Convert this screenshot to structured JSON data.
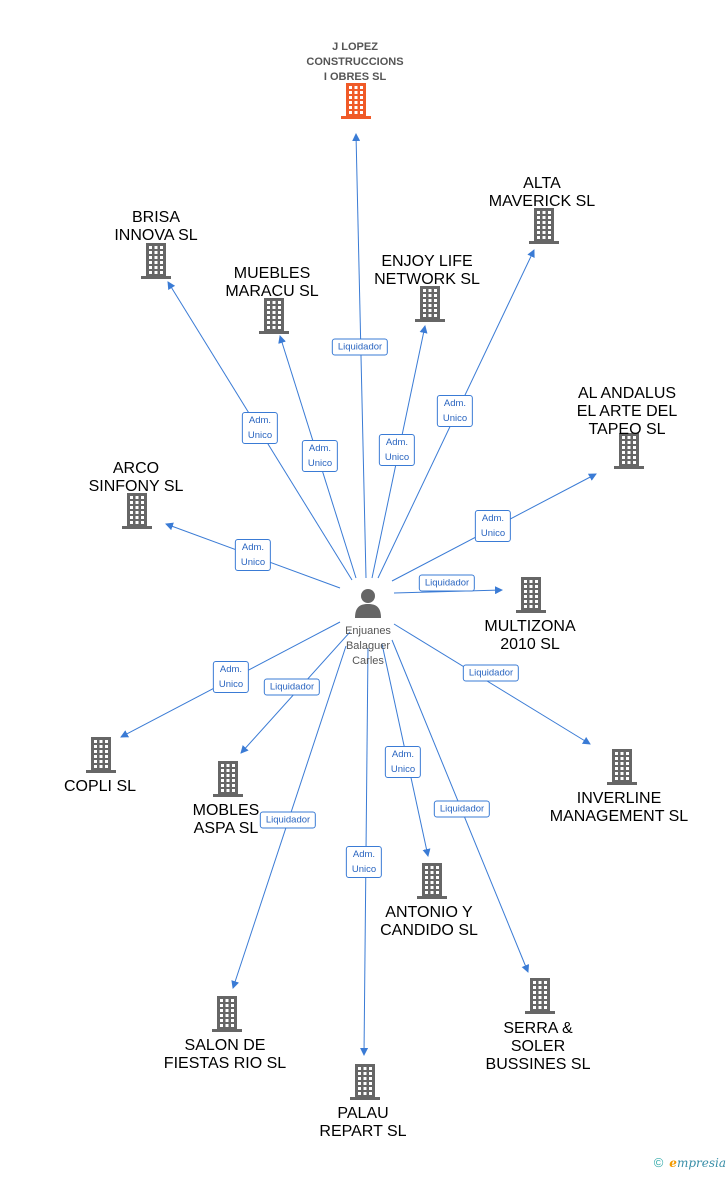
{
  "center": {
    "name": "Enjuanes\nBalaguer\nCarles"
  },
  "companies": [
    {
      "id": "jlopez",
      "name": "J LOPEZ\nCONSTRUCCIONS\nI OBRES SL",
      "highlight": true
    },
    {
      "id": "brisa",
      "name": "BRISA\nINNOVA SL"
    },
    {
      "id": "muebles",
      "name": "MUEBLES\nMARACU SL"
    },
    {
      "id": "enjoy",
      "name": "ENJOY LIFE\nNETWORK SL"
    },
    {
      "id": "alta",
      "name": "ALTA\nMAVERICK SL"
    },
    {
      "id": "alandalus",
      "name": "AL ANDALUS\nEL ARTE DEL\nTAPEO SL"
    },
    {
      "id": "arco",
      "name": "ARCO\nSINFONY SL"
    },
    {
      "id": "multizona",
      "name": "MULTIZONA\n2010 SL"
    },
    {
      "id": "copli",
      "name": "COPLI SL"
    },
    {
      "id": "mobles",
      "name": "MOBLES\nASPA SL"
    },
    {
      "id": "inverline",
      "name": "INVERLINE\nMANAGEMENT SL"
    },
    {
      "id": "antonio",
      "name": "ANTONIO Y\nCANDIDO SL"
    },
    {
      "id": "salon",
      "name": "SALON DE\nFIESTAS RIO SL"
    },
    {
      "id": "serra",
      "name": "SERRA &\nSOLER\nBUSSINES SL"
    },
    {
      "id": "palau",
      "name": "PALAU\nREPART SL"
    }
  ],
  "relations": [
    {
      "to": "jlopez",
      "label": "Liquidador"
    },
    {
      "to": "brisa",
      "label": "Adm.\nUnico"
    },
    {
      "to": "muebles",
      "label": "Adm.\nUnico"
    },
    {
      "to": "enjoy",
      "label": "Adm.\nUnico"
    },
    {
      "to": "alta",
      "label": "Adm.\nUnico"
    },
    {
      "to": "alandalus",
      "label": "Adm.\nUnico"
    },
    {
      "to": "arco",
      "label": "Adm.\nUnico"
    },
    {
      "to": "multizona",
      "label": "Liquidador"
    },
    {
      "to": "copli",
      "label": "Adm.\nUnico"
    },
    {
      "to": "mobles",
      "label": "Liquidador"
    },
    {
      "to": "inverline",
      "label": "Liquidador"
    },
    {
      "to": "antonio",
      "label": "Adm.\nUnico"
    },
    {
      "to": "salon",
      "label": "Liquidador"
    },
    {
      "to": "serra",
      "label": "Liquidador"
    },
    {
      "to": "palau",
      "label": "Adm.\nUnico"
    }
  ],
  "colors": {
    "edge": "#3a7bd5",
    "building": "#666666",
    "highlight": "#f05a28",
    "person": "#666666"
  },
  "footer": {
    "copyright": "©",
    "brand_first": "e",
    "brand_rest": "mpresia"
  }
}
